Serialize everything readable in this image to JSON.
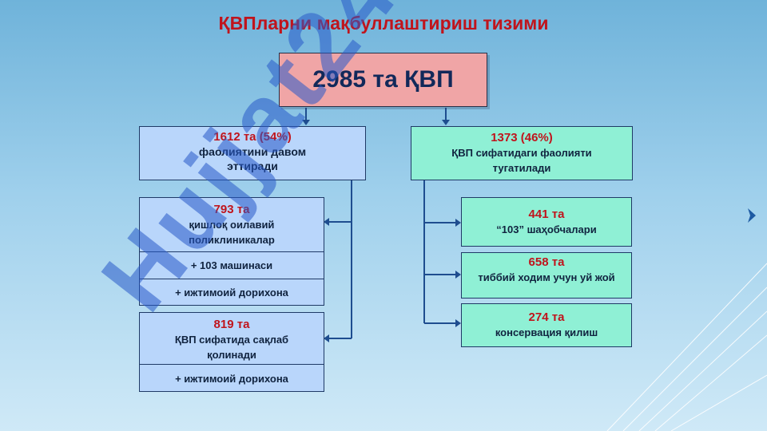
{
  "title": "ҚВПларни мақбуллаштириш тизими",
  "watermark": "Hujjat24",
  "top": {
    "value": "2985 та ҚВП"
  },
  "left": {
    "head": {
      "count": "1612 та  (54%)",
      "text": "фаолиятини давом эттиради"
    },
    "group1": {
      "count": "793  та",
      "text": "қишлоқ оилавий поликлиникалар",
      "extra1": "+ 103 машинаси",
      "extra2": "+ ижтимоий дорихона"
    },
    "group2": {
      "count": "819 та",
      "text": "ҚВП сифатида сақлаб қолинади",
      "extra1": "+ ижтимоий дорихона"
    }
  },
  "right": {
    "head": {
      "count": "1373 (46%)",
      "text": "ҚВП сифатидаги фаолияти тугатилади"
    },
    "items": [
      {
        "count": "441  та",
        "text": "“103” шаҳобчалари"
      },
      {
        "count": "658  та",
        "text": "тиббий ходим учун уй жой"
      },
      {
        "count": "274 та",
        "text": "консервация қилиш"
      }
    ]
  }
}
